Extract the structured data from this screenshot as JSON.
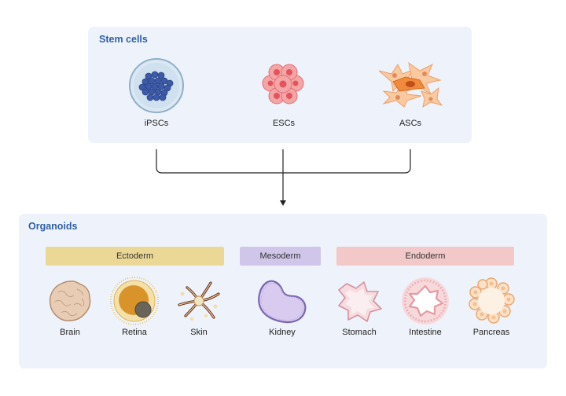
{
  "stem_cells": {
    "title": "Stem cells",
    "items": [
      {
        "label": "iPSCs",
        "icon": "ipsc-colony-icon"
      },
      {
        "label": "ESCs",
        "icon": "esc-cluster-icon"
      },
      {
        "label": "ASCs",
        "icon": "asc-cells-icon"
      }
    ]
  },
  "organoids": {
    "title": "Organoids",
    "categories": [
      {
        "label": "Ectoderm",
        "color": "#ecd896"
      },
      {
        "label": "Mesoderm",
        "color": "#cfc6ea"
      },
      {
        "label": "Endoderm",
        "color": "#f3c8c8"
      }
    ],
    "items": [
      {
        "label": "Brain",
        "icon": "brain-organoid-icon"
      },
      {
        "label": "Retina",
        "icon": "retina-organoid-icon"
      },
      {
        "label": "Skin",
        "icon": "skin-organoid-icon"
      },
      {
        "label": "Kidney",
        "icon": "kidney-organoid-icon"
      },
      {
        "label": "Stomach",
        "icon": "stomach-organoid-icon"
      },
      {
        "label": "Intestine",
        "icon": "intestine-organoid-icon"
      },
      {
        "label": "Pancreas",
        "icon": "pancreas-organoid-icon"
      }
    ]
  }
}
